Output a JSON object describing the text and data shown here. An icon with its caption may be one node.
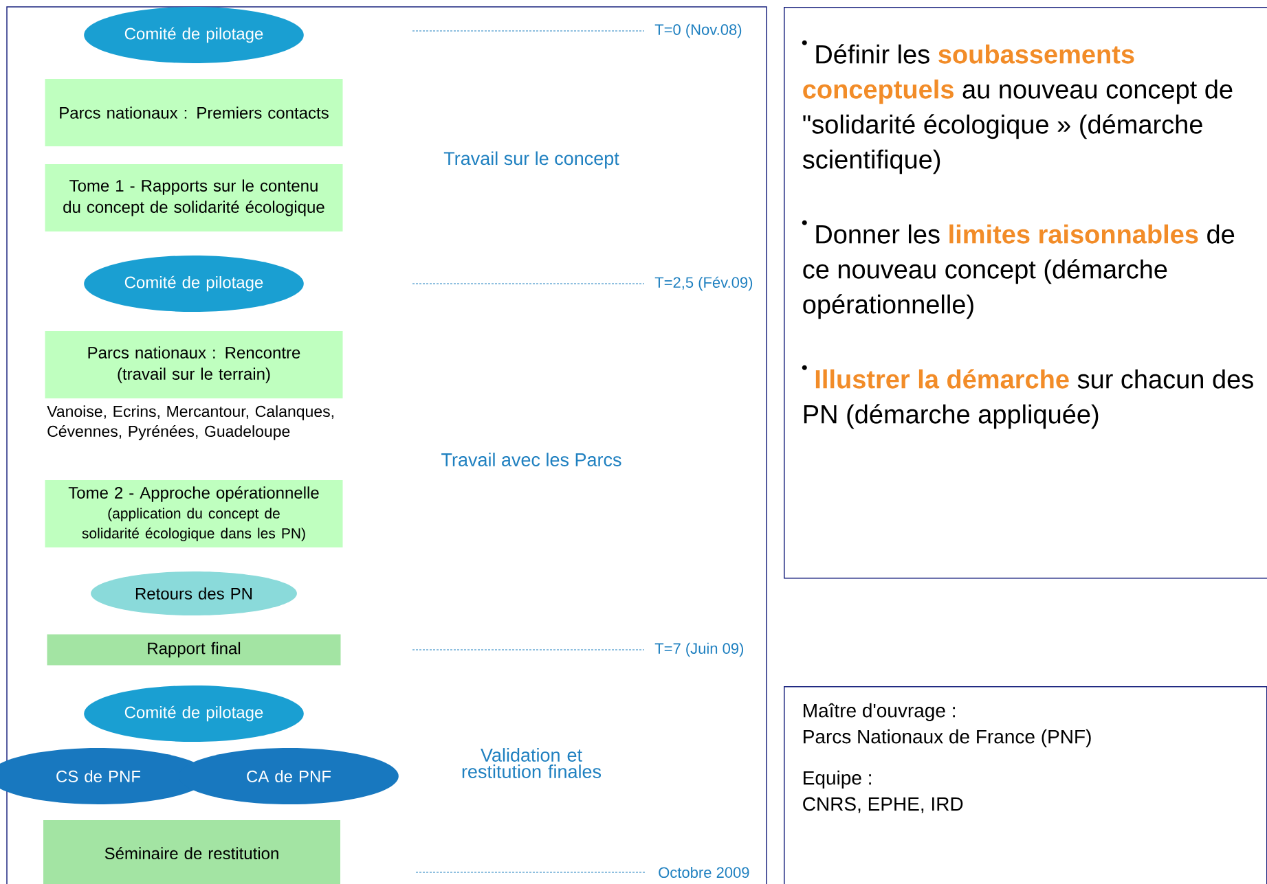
{
  "diagram": {
    "nodes": [
      {
        "text": [
          "Comité de pilotage"
        ]
      },
      {
        "text": [
          "Parcs nationaux : Premiers contacts"
        ]
      },
      {
        "text": [
          "Tome 1 - Rapports sur le contenu du concept de solidarité écologique"
        ]
      },
      {
        "text": [
          "Comité de pilotage"
        ]
      },
      {
        "text": [
          "Parcs nationaux : Rencontre (travail sur le terrain)"
        ]
      },
      {
        "text": [
          "Tome 2 - Approche opérationnelle",
          "(application du concept de solidarité écologique dans les PN)"
        ]
      },
      {
        "text": [
          "Retours des PN"
        ]
      },
      {
        "text": [
          "Rapport final"
        ]
      },
      {
        "text": [
          "Comité de pilotage"
        ]
      },
      {
        "text": [
          "CS de PNF"
        ]
      },
      {
        "text": [
          "CA de PNF"
        ]
      },
      {
        "text": [
          "Séminaire de restitution"
        ]
      },
      {
        "text": [
          "Définir les **soubassements conceptuels** au nouveau concept de \"solidarité écologique » (démarche scientifique)",
          "Donner les **limites raisonnables** de ce nouveau concept (démarche opérationnelle)",
          "**Illustrer la démarche** sur chacun des PN (démarche appliquée)"
        ]
      },
      {
        "text": [
          "Maître d'ouvrage :",
          "Parcs Nationaux de France (PNF)",
          "Equipe :",
          "CNRS, EPHE, IRD"
        ]
      }
    ],
    "labels": [
      "T=0 (Nov.08)",
      "Travail sur le concept",
      "T=2,5 (Fév.09)",
      "Vanoise, Ecrins, Mercantour, Calanques, Cévennes, Pyrénées, Guadeloupe",
      "Travail avec les Parcs",
      "T=7 (Juin 09)",
      "Validation et restitution finales",
      "Octobre 2009"
    ]
  }
}
